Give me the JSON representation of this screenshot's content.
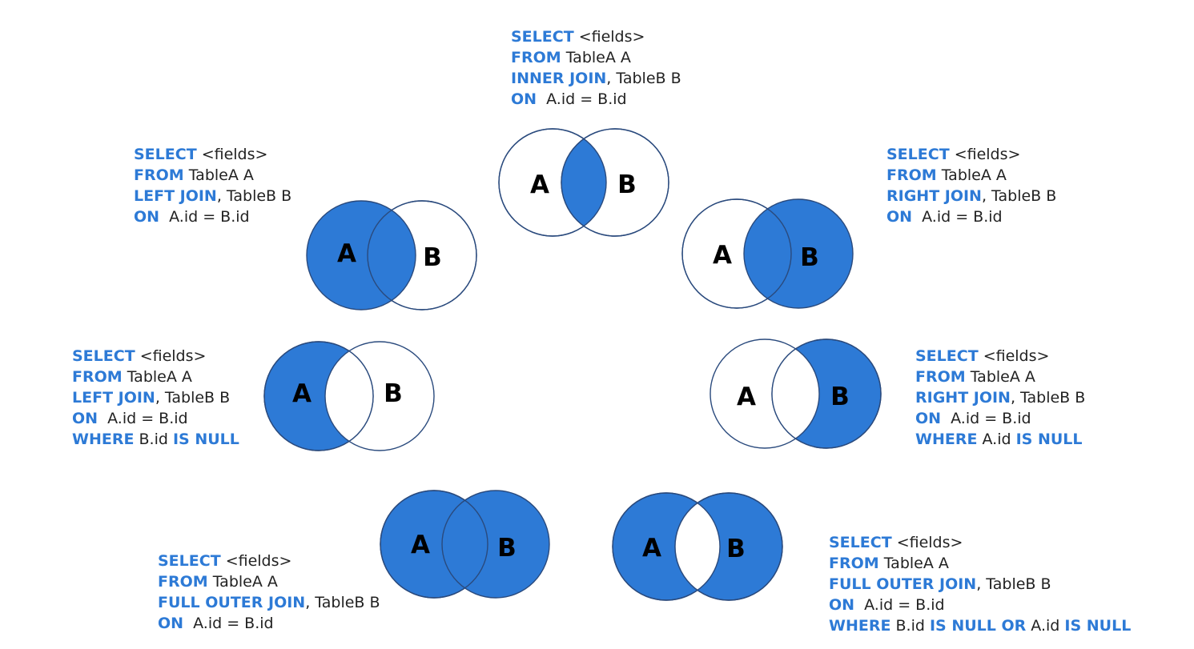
{
  "colors": {
    "fill": "#2d7ad6",
    "stroke": "#2a4a7d",
    "keyword": "#2d7ad6",
    "text": "#222222"
  },
  "labels": {
    "a": "A",
    "b": "B"
  },
  "diagrams": [
    {
      "id": "inner",
      "sql": [
        [
          {
            "t": "SELECT",
            "kw": true
          },
          {
            "t": " <fields>",
            "kw": false
          }
        ],
        [
          {
            "t": "FROM",
            "kw": true
          },
          {
            "t": " TableA A",
            "kw": false
          }
        ],
        [
          {
            "t": "INNER JOIN",
            "kw": true
          },
          {
            "t": ", TableB B",
            "kw": false
          }
        ],
        [
          {
            "t": "ON",
            "kw": true
          },
          {
            "t": "  A.id = B.id",
            "kw": false
          }
        ]
      ]
    },
    {
      "id": "left",
      "sql": [
        [
          {
            "t": "SELECT",
            "kw": true
          },
          {
            "t": " <fields>",
            "kw": false
          }
        ],
        [
          {
            "t": "FROM",
            "kw": true
          },
          {
            "t": " TableA A",
            "kw": false
          }
        ],
        [
          {
            "t": "LEFT JOIN",
            "kw": true
          },
          {
            "t": ", TableB B",
            "kw": false
          }
        ],
        [
          {
            "t": "ON",
            "kw": true
          },
          {
            "t": "  A.id = B.id",
            "kw": false
          }
        ]
      ]
    },
    {
      "id": "right",
      "sql": [
        [
          {
            "t": "SELECT",
            "kw": true
          },
          {
            "t": " <fields>",
            "kw": false
          }
        ],
        [
          {
            "t": "FROM",
            "kw": true
          },
          {
            "t": " TableA A",
            "kw": false
          }
        ],
        [
          {
            "t": "RIGHT JOIN",
            "kw": true
          },
          {
            "t": ", TableB B",
            "kw": false
          }
        ],
        [
          {
            "t": "ON",
            "kw": true
          },
          {
            "t": "  A.id = B.id",
            "kw": false
          }
        ]
      ]
    },
    {
      "id": "left-excl",
      "sql": [
        [
          {
            "t": "SELECT",
            "kw": true
          },
          {
            "t": " <fields>",
            "kw": false
          }
        ],
        [
          {
            "t": "FROM",
            "kw": true
          },
          {
            "t": " TableA A",
            "kw": false
          }
        ],
        [
          {
            "t": "LEFT JOIN",
            "kw": true
          },
          {
            "t": ", TableB B",
            "kw": false
          }
        ],
        [
          {
            "t": "ON",
            "kw": true
          },
          {
            "t": "  A.id = B.id",
            "kw": false
          }
        ],
        [
          {
            "t": "WHERE",
            "kw": true
          },
          {
            "t": " B.id ",
            "kw": false
          },
          {
            "t": "IS NULL",
            "kw": true
          }
        ]
      ]
    },
    {
      "id": "right-excl",
      "sql": [
        [
          {
            "t": "SELECT",
            "kw": true
          },
          {
            "t": " <fields>",
            "kw": false
          }
        ],
        [
          {
            "t": "FROM",
            "kw": true
          },
          {
            "t": " TableA A",
            "kw": false
          }
        ],
        [
          {
            "t": "RIGHT JOIN",
            "kw": true
          },
          {
            "t": ", TableB B",
            "kw": false
          }
        ],
        [
          {
            "t": "ON",
            "kw": true
          },
          {
            "t": "  A.id = B.id",
            "kw": false
          }
        ],
        [
          {
            "t": "WHERE",
            "kw": true
          },
          {
            "t": " A.id ",
            "kw": false
          },
          {
            "t": "IS NULL",
            "kw": true
          }
        ]
      ]
    },
    {
      "id": "full",
      "sql": [
        [
          {
            "t": "SELECT",
            "kw": true
          },
          {
            "t": " <fields>",
            "kw": false
          }
        ],
        [
          {
            "t": "FROM",
            "kw": true
          },
          {
            "t": " TableA A",
            "kw": false
          }
        ],
        [
          {
            "t": "FULL OUTER JOIN",
            "kw": true
          },
          {
            "t": ", TableB B",
            "kw": false
          }
        ],
        [
          {
            "t": "ON",
            "kw": true
          },
          {
            "t": "  A.id = B.id",
            "kw": false
          }
        ]
      ]
    },
    {
      "id": "full-excl",
      "sql": [
        [
          {
            "t": "SELECT",
            "kw": true
          },
          {
            "t": " <fields>",
            "kw": false
          }
        ],
        [
          {
            "t": "FROM",
            "kw": true
          },
          {
            "t": " TableA A",
            "kw": false
          }
        ],
        [
          {
            "t": "FULL OUTER JOIN",
            "kw": true
          },
          {
            "t": ", TableB B",
            "kw": false
          }
        ],
        [
          {
            "t": "ON",
            "kw": true
          },
          {
            "t": "  A.id = B.id",
            "kw": false
          }
        ],
        [
          {
            "t": "WHERE",
            "kw": true
          },
          {
            "t": " B.id ",
            "kw": false
          },
          {
            "t": "IS NULL OR",
            "kw": true
          },
          {
            "t": " A.id ",
            "kw": false
          },
          {
            "t": "IS NULL",
            "kw": true
          }
        ]
      ]
    }
  ]
}
